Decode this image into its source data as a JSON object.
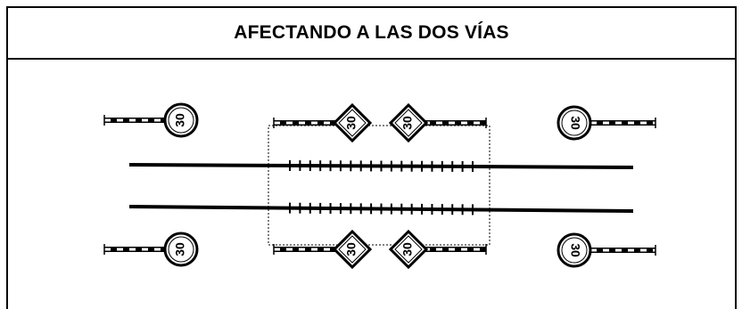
{
  "title": "AFECTANDO A LAS DOS VÍAS",
  "signs": {
    "speed_value": "30",
    "speed_value_rotated": "30"
  },
  "colors": {
    "line": "#000000",
    "background": "#ffffff"
  },
  "icons": [
    "speed-limit-sign-icon",
    "diamond-speed-sign-icon",
    "track-icon",
    "work-zone-icon"
  ]
}
